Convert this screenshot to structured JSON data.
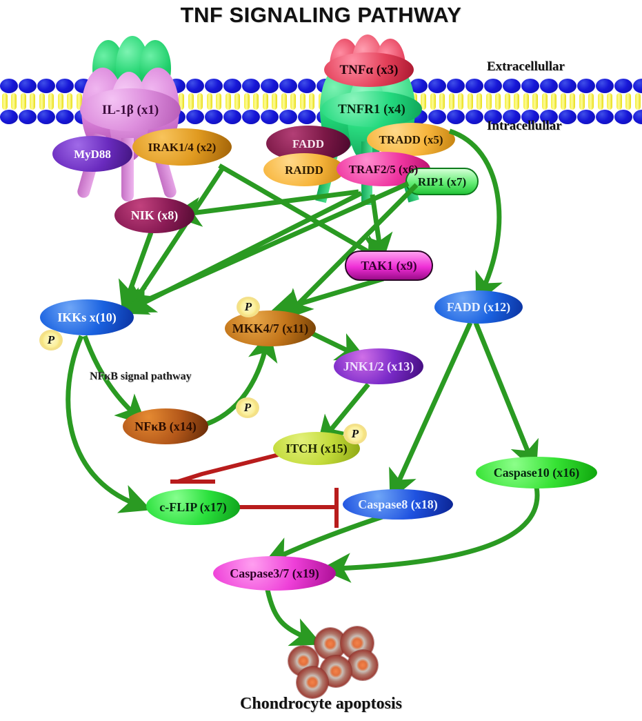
{
  "title": "TNF SIGNALING PATHWAY",
  "membrane": {
    "extracellular_label": "Extracellullar",
    "intracellular_label": "Intracellullar",
    "head_color": "#1717d8",
    "tail_color": "#f5ef3a"
  },
  "pathway_note": "NFκB signal pathway",
  "outcome_label": "Chondrocyte apoptosis",
  "colors": {
    "activation_arrow": "#2a9a22",
    "inhibition_arrow": "#b81c1c",
    "background": "#ffffff",
    "title_text": "#111111"
  },
  "receptor_complex_left": {
    "ligand_label": "IL-1β (x1)",
    "adaptor_label": "MyD88",
    "kinase_label": "IRAK1/4 (x2)"
  },
  "receptor_complex_right": {
    "ligand_label": "TNFα (x3)",
    "receptor_label": "TNFR1  (x4)",
    "fadd_label": "FADD",
    "raidd_label": "RAIDD",
    "tradd_label": "TRADD (x5)",
    "traf_label": "TRAF2/5 (x6)",
    "rip1_label": "RIP1 (x7)"
  },
  "nodes": [
    {
      "id": "il1b",
      "label": "IL-1β (x1)",
      "color": "#d77fd7"
    },
    {
      "id": "myd88",
      "label": "MyD88",
      "color": "#6a2bbf"
    },
    {
      "id": "irak",
      "label": "IRAK1/4 (x2)",
      "color": "#e09a20"
    },
    {
      "id": "tnfa",
      "label": "TNFα (x3)",
      "color": "#e23a56"
    },
    {
      "id": "tnfr1",
      "label": "TNFR1  (x4)",
      "color": "#16c46a"
    },
    {
      "id": "fadd_top",
      "label": "FADD",
      "color": "#7b1846"
    },
    {
      "id": "raidd",
      "label": "RAIDD",
      "color": "#f7b53c"
    },
    {
      "id": "tradd",
      "label": "TRADD (x5)",
      "color": "#f7b53c"
    },
    {
      "id": "traf25",
      "label": "TRAF2/5 (x6)",
      "color": "#ef35a0"
    },
    {
      "id": "rip1",
      "label": "RIP1 (x7)",
      "color": "#41e05a"
    },
    {
      "id": "nik",
      "label": "NIK (x8)",
      "color": "#8a1b55"
    },
    {
      "id": "tak1",
      "label": "TAK1 (x9)",
      "color": "#ef2fd6"
    },
    {
      "id": "ikks",
      "label": "IKKs x(10)",
      "color": "#1a62e0"
    },
    {
      "id": "mkk47",
      "label": "MKK4/7 (x11)",
      "color": "#c3751a"
    },
    {
      "id": "fadd12",
      "label": "FADD (x12)",
      "color": "#1a62e0"
    },
    {
      "id": "jnk12",
      "label": "JNK1/2 (x13)",
      "color": "#7b2bc9"
    },
    {
      "id": "nfkb",
      "label": "NFκB (x14)",
      "color": "#b5591a"
    },
    {
      "id": "itch",
      "label": "ITCH (x15)",
      "color": "#c3db3a"
    },
    {
      "id": "caspase10",
      "label": "Caspase10 (x16)",
      "color": "#36e234"
    },
    {
      "id": "cflip",
      "label": "c-FLIP (x17)",
      "color": "#2ae03c"
    },
    {
      "id": "caspase8",
      "label": "Caspase8 (x18)",
      "color": "#1f52e0"
    },
    {
      "id": "caspase37",
      "label": "Caspase3/7 (x19)",
      "color": "#ee3fd8"
    }
  ],
  "phosphate_markers": [
    {
      "id": "p-ikks",
      "label": "P"
    },
    {
      "id": "p-mkk",
      "label": "P"
    },
    {
      "id": "p-nfkb",
      "label": "P"
    },
    {
      "id": "p-itch",
      "label": "P"
    }
  ],
  "edges": [
    {
      "from": "irak",
      "to": "tak1",
      "type": "activation"
    },
    {
      "from": "irak",
      "to": "ikks",
      "type": "activation"
    },
    {
      "from": "traf25",
      "to": "nik",
      "type": "activation"
    },
    {
      "from": "traf25",
      "to": "tak1",
      "type": "activation"
    },
    {
      "from": "traf25",
      "to": "ikks",
      "type": "activation"
    },
    {
      "from": "rip1",
      "to": "tak1",
      "type": "activation"
    },
    {
      "from": "rip1",
      "to": "mkk47",
      "type": "activation"
    },
    {
      "from": "nik",
      "to": "ikks",
      "type": "activation"
    },
    {
      "from": "tradd",
      "to": "fadd12",
      "type": "activation"
    },
    {
      "from": "tak1",
      "to": "mkk47",
      "type": "activation"
    },
    {
      "from": "ikks",
      "to": "nfkb",
      "type": "activation"
    },
    {
      "from": "ikks",
      "to": "cflip",
      "type": "activation"
    },
    {
      "from": "nfkb",
      "to": "mkk47",
      "type": "activation"
    },
    {
      "from": "mkk47",
      "to": "jnk12",
      "type": "activation"
    },
    {
      "from": "jnk12",
      "to": "itch",
      "type": "activation"
    },
    {
      "from": "fadd12",
      "to": "caspase8",
      "type": "activation"
    },
    {
      "from": "fadd12",
      "to": "caspase10",
      "type": "activation"
    },
    {
      "from": "caspase10",
      "to": "caspase37",
      "type": "activation"
    },
    {
      "from": "caspase8",
      "to": "caspase37",
      "type": "activation"
    },
    {
      "from": "caspase37",
      "to": "apoptosis",
      "type": "activation"
    },
    {
      "from": "itch",
      "to": "cflip",
      "type": "inhibition"
    },
    {
      "from": "cflip",
      "to": "caspase8",
      "type": "inhibition"
    }
  ]
}
